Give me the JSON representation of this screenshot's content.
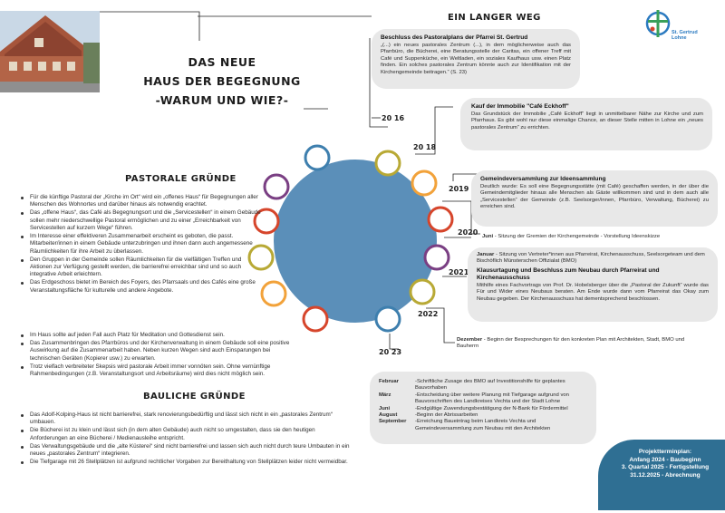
{
  "title_lines": [
    "DAS NEUE",
    "HAUS DER BEGEGNUNG",
    "-WARUM UND WIE?-"
  ],
  "logo_text": [
    "St. Gertrud",
    "Lohne"
  ],
  "left": {
    "pastoral_heading": "PASTORALE GRÜNDE",
    "pastoral_items": [
      "Für die künftige Pastoral der „Kirche im Ort“ wird ein „offenes Haus“ für Begegnungen aller Menschen des Wohnortes und darüber hinaus als notwendig erachtet.",
      "Das „offene Haus“, das Café als Begegnungsort und die „Servicestellen“ in einem Gebäude sollen mehr niederschwellige Pastoral ermöglichen und zu einer „Erreichbarkeit von Servicestellen auf kurzem Wege“ führen.",
      "Im Interesse einer effektiveren Zusammenarbeit erscheint es geboten, die passt. Mitarbeiter/innen in einem Gebäude unterzubringen und ihnen dann auch angemessene Räumlichkeiten für ihre Arbeit zu überlassen.",
      "Den Gruppen in der Gemeinde sollen Räumlichkeiten für die vielfältigen Treffen und Aktionen zur Verfügung gestellt werden, die barrierefrei erreichbar sind und so auch integrative Arbeit erleichtern.",
      "Das Erdgeschoss bietet im Bereich des Foyers, des Pfarrsaals und des Cafés eine große Veranstaltungsfläche für kulturelle und andere Angebote.",
      "Im Haus sollte auf jeden Fall auch Platz für Meditation und Gottesdienst sein.",
      "Das Zusammenbringen des Pfarrbüros und der Kirchenverwaltung in einem Gebäude soll eine positive Auswirkung auf die Zusammenarbeit haben. Neben kurzen Wegen sind auch Einsparungen bei technischen Geräten (Kopierer usw.) zu erwarten.",
      "Trotz vielfach verbreiteter Skepsis wird pastorale Arbeit immer vonnöten sein. Ohne vernünftige Rahmenbedingungen (z.B. Veranstaltungsort und Arbeitsräume) wird dies nicht möglich sein."
    ],
    "bauliche_heading": "BAULICHE GRÜNDE",
    "bauliche_items": [
      "Das Adolf-Kolping-Haus ist nicht barrierefrei, stark renovierungsbedürftig und lässt sich nicht in ein „pastorales Zentrum“ umbauen.",
      "Die Bücherei ist zu klein und lässt sich (in dem alten Gebäude) auch nicht so umgestalten, dass sie den heutigen Anforderungen an eine Bücherei / Medienausleihe entspricht.",
      "Das Verwaltungsgebäude und die „alte Küsterei“ sind nicht barrierefrei und lassen sich auch nicht durch teure Umbauten in ein neues „pastorales Zentrum“ integrieren.",
      "Die Tiefgarage mit 26 Stellplätzen ist aufgrund rechtlicher Vorgaben zur Bereithaltung von Stellplätzen leider nicht vermeidbar."
    ]
  },
  "right": {
    "heading": "EIN LANGER WEG",
    "years": [
      "20 16",
      "20 18",
      "2019",
      "2020",
      "2021",
      "2022",
      "20 23"
    ],
    "cards": [
      {
        "title": "Beschluss des Pastoralplans der Pfarrei St. Gertrud",
        "body": "„(...) ein neues pastorales Zentrum (...), in dem möglicherweise auch das Pfarrbüro, die Bücherei, eine Beratungsstelle der Caritas, ein offener Treff mit Café und Suppenküche, ein Weltladen, ein soziales Kaufhaus usw. einen Platz finden. Ein solches pastorales Zentrum könnte auch zur Identifikation mit der Kirchengemeinde beitragen.“ (S. 23)"
      },
      {
        "title": "Kauf der Immobilie \"Café  Eckhoff\"",
        "body": "Das Grundstück der Immobilie „Café Eckhoff“ liegt in unmittelbarer Nähe zur Kirche und zum Pfarrhaus. Es gibt wohl nur diese einmalige Chance, an dieser Stelle mitten in Lohne ein „neues pastorales Zentrum“ zu errichten."
      },
      {
        "title": "Gemeindeversammlung zur Ideensammlung",
        "body": "Deutlich wurde: Es soll eine Begegnungsstätte (mit Café) geschaffen werden, in der über die Gemeindemitglieder hinaus alle Menschen als Gäste willkommen sind und in dem auch alle „Servicestellen“ der Gemeinde (z.B. Seelsorger/innen, Pfarrbüro, Verwaltung, Bücherei) zu erreichen sind."
      }
    ],
    "juni_2020_label": "Juni",
    "juni_2020_text": "- Sitzung der Gremien der Kirchengemeinde - Vorstellung Ideenskizze",
    "januar_label": "Januar",
    "januar_text": "- Sitzung von Vertreter*innen aus Pfarreirat, Kirchenausschuss, Seelsorgeteam und dem Bischöflich Münsterschen Offizialat (BMO)",
    "klausur_title": "Klausurtagung und Beschluss zum Neubau durch Pfarreirat und Kirchenausschuss",
    "klausur_body": "Mithilfe eines Fachvortrags von Prof. Dr. Hobelsberger über die „Pastoral der Zukunft“ wurde das Für und Wider eines Neubaus beraten. Am Ende wurde dann vom Pfarreirat das Okay zum Neubau gegeben. Der Kirchenausschuss hat dementsprechend beschlossen.",
    "dezember_label": "Dezember",
    "dezember_text": "- Beginn der Besprechungen für den konkreten Plan mit Architekten, Stadt, BMO und Bauherrn",
    "timeline_2023": [
      {
        "month": "Februar",
        "text": "-Schriftliche Zusage des BMO auf Investitionshilfe für geplantes Bauvorhaben"
      },
      {
        "month": "März",
        "text": "-Entscheidung über weitere Planung mit Tiefgarage aufgrund von Bauvorschriften des Landkreises Vechta und der Stadt Lohne"
      },
      {
        "month": "Juni",
        "text": "-Endgültige Zuwendungsbestätigung der N-Bank für Fördermittel"
      },
      {
        "month": "August",
        "text": "-Beginn der Abrissarbeiten"
      },
      {
        "month": "September",
        "text": "-Erreichung Baueintrag beim Landkreis Vechta und Gemeindeversammlung zum Neubau mit den Architekten"
      }
    ],
    "projekt_lines": [
      "Projektterminplan:",
      "Anfang 2024 - Baubeginn",
      "3. Quartal 2025 - Fertigstellung",
      "31.12.2025 - Abrechnung"
    ]
  },
  "colors": {
    "center": "#5b8fb9",
    "blue": "#3e7fae",
    "purple": "#7a3f83",
    "red": "#d6452b",
    "orange": "#f2a23a",
    "olive": "#b8a935",
    "termin": "#2f6f93"
  },
  "icons": [
    "building-photo",
    "cross-logo-icon"
  ]
}
